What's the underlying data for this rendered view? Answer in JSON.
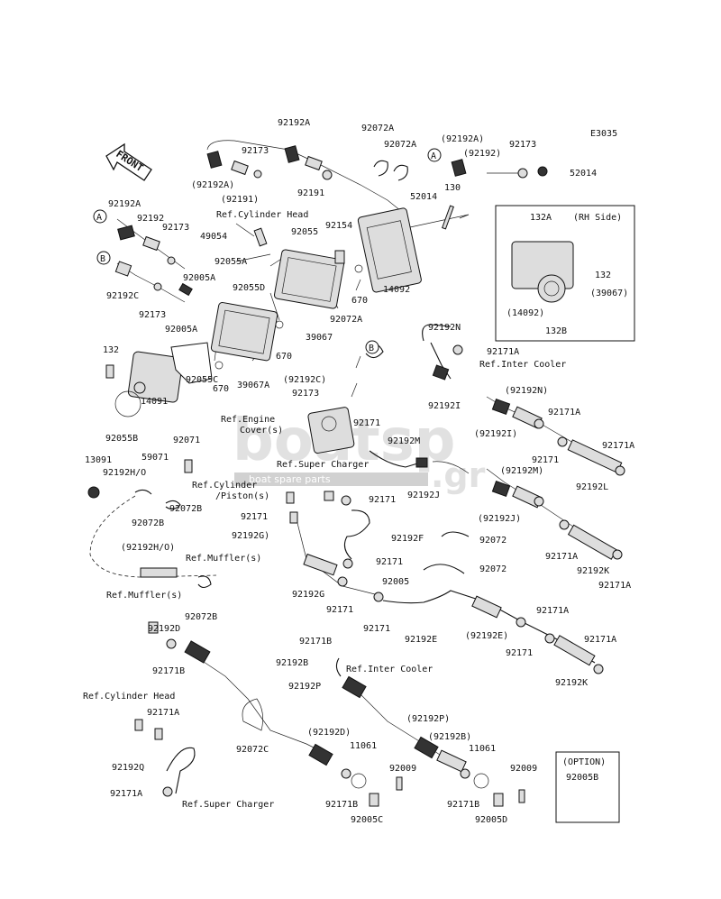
{
  "diagram": {
    "code": "E3035",
    "front": "FRONT",
    "option_label": "(OPTION)",
    "option_part": "92005B",
    "inset_labels": [
      "132A",
      "(RH Side)",
      "132",
      "(39067)",
      "(14092)",
      "132B"
    ],
    "circle_refs": [
      "A",
      "B"
    ],
    "watermark": {
      "main": "boatsp",
      "tld": ".gr",
      "tagline": "boat spare parts"
    },
    "labels": [
      "92192A",
      "92173",
      "92072A",
      "92072A",
      "(92192A)",
      "92173",
      "(92192A)",
      "(92191)",
      "92191",
      "(92192)",
      "52014",
      "52014",
      "130",
      "92192A",
      "92192",
      "92173",
      "Ref.Cylinder Head",
      "49054",
      "92154",
      "92055",
      "92055A",
      "92192C",
      "92173",
      "92005A",
      "92005A",
      "92055D",
      "670",
      "14092",
      "39067",
      "92072A",
      "670",
      "132",
      "14091",
      "92055B",
      "92055C",
      "39067A",
      "670",
      "92192N",
      "92171A",
      "Ref.Inter Cooler",
      "(92192C)",
      "92173",
      "Ref.Engine",
      "Cover(s)",
      "92171",
      "92192M",
      "92192I",
      "(92192N)",
      "92171A",
      "(92192I)",
      "92171",
      "92171A",
      "92192L",
      "(92192M)",
      "Ref.Super Charger",
      "92071",
      "59071",
      "13091",
      "92192H/O",
      "92072B",
      "92072B",
      "Ref.Cylinder",
      "/Piston(s)",
      "92192J",
      "(92192J)",
      "92171",
      "92171",
      "92192G)",
      "92192F",
      "92072",
      "92171",
      "92171A",
      "92192K",
      "92171A",
      "92072",
      "92005",
      "(92192H/O)",
      "Ref.Muffler(s)",
      "92192G",
      "92171",
      "92072B",
      "Ref.Muffler(s)",
      "92192D",
      "92171B",
      "92171",
      "92192E",
      "(92192E)",
      "92171A",
      "92171A",
      "92171",
      "92171B",
      "92192B",
      "Ref.Inter Cooler",
      "92192K",
      "92192P",
      "Ref.Cylinder Head",
      "92171A",
      "92072C",
      "(92192D)",
      "(92192P)",
      "(92192B)",
      "11061",
      "11061",
      "92009",
      "92009",
      "92192Q",
      "92171A",
      "Ref.Super Charger",
      "92171B",
      "92005C",
      "92171B",
      "92005D"
    ]
  }
}
